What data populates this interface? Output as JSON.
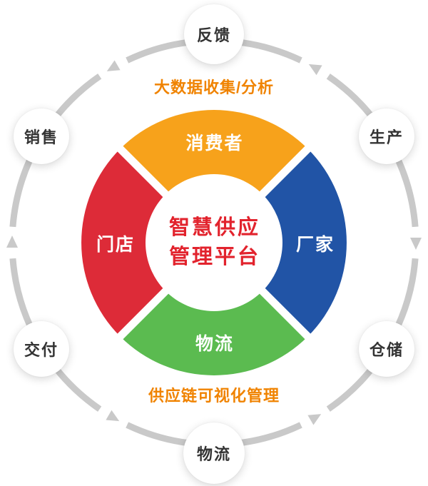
{
  "center_circle": {
    "line1": "智慧供应",
    "line2": "管理平台",
    "text_color": "#e2232d"
  },
  "donut_segments": [
    {
      "position": "top",
      "label": "消费者",
      "color": "#f7a21b"
    },
    {
      "position": "right",
      "label": "厂家",
      "color": "#2154a6"
    },
    {
      "position": "bottom",
      "label": "物流",
      "color": "#5bbb50"
    },
    {
      "position": "left",
      "label": "门店",
      "color": "#dd2b38"
    }
  ],
  "captions": {
    "top": "大数据收集/分析",
    "bottom": "供应链可视化管理",
    "color": "#f08300"
  },
  "outer_ring": {
    "color": "#c9c9c9"
  },
  "nodes": [
    {
      "position": "top",
      "label": "反馈"
    },
    {
      "position": "top-right",
      "label": "生产"
    },
    {
      "position": "bottom-right",
      "label": "仓储"
    },
    {
      "position": "bottom",
      "label": "物流"
    },
    {
      "position": "bottom-left",
      "label": "交付"
    },
    {
      "position": "top-left",
      "label": "销售"
    }
  ]
}
